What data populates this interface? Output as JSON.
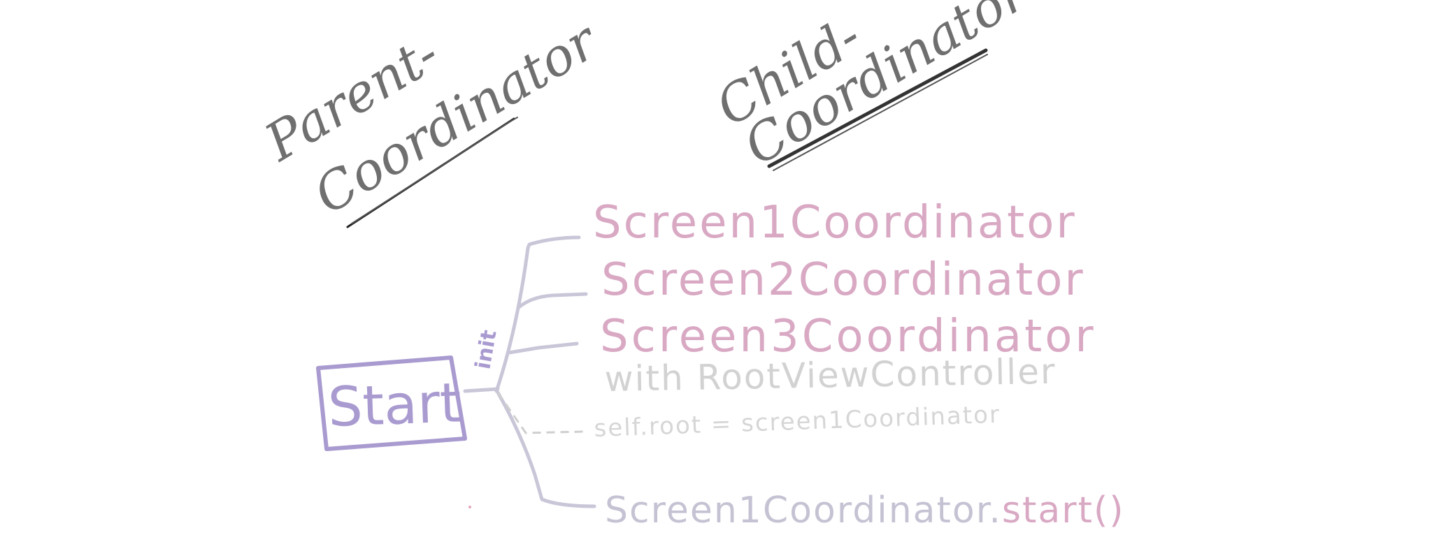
{
  "headers": {
    "parent_line1": "Parent-",
    "parent_line2": "Coordinator",
    "child_line1": "Child-",
    "child_line2": "Coordinator"
  },
  "start_box": {
    "label": "Start"
  },
  "init_label": "init",
  "children": [
    {
      "label": "Screen1Coordinator"
    },
    {
      "label": "Screen2Coordinator"
    },
    {
      "label": "Screen3Coordinator"
    }
  ],
  "note": {
    "line1": "with RootViewController",
    "line2": "self.root = screen1Coordinator"
  },
  "call": {
    "prefix": "Screen1Coordinator.",
    "method": "start()"
  },
  "colors": {
    "header": "#6f6f6f",
    "underline": "#222222",
    "pink": "#d9a9c4",
    "purple": "#a99bd0",
    "branch": "#c9c6d8",
    "note": "#d2d2d2",
    "call_prefix": "#c5c3d3"
  }
}
